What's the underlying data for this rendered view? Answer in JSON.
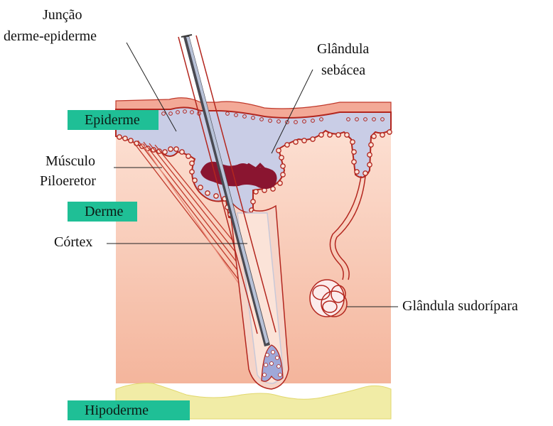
{
  "labels": {
    "juncao_line1": "Junção",
    "juncao_line2": "derme-epiderme",
    "glandula_sebacea_line1": "Glândula",
    "glandula_sebacea_line2": "sebácea",
    "musculo_line1": "Músculo",
    "musculo_line2": "Piloeretor",
    "cortex": "Córtex",
    "glandula_sudoripara": "Glândula sudorípara"
  },
  "layers": {
    "epiderme": "Epiderme",
    "derme": "Derme",
    "hipoderme": "Hipoderme"
  },
  "colors": {
    "tag": "#1fbf96",
    "epidermis": "#c9cde6",
    "dermis": "#f6c5b0",
    "hypodermis": "#f1eca6",
    "cell_outline": "#b3261e",
    "sebum": "#8a1530",
    "hair_shaft": "#3a3a3a"
  }
}
